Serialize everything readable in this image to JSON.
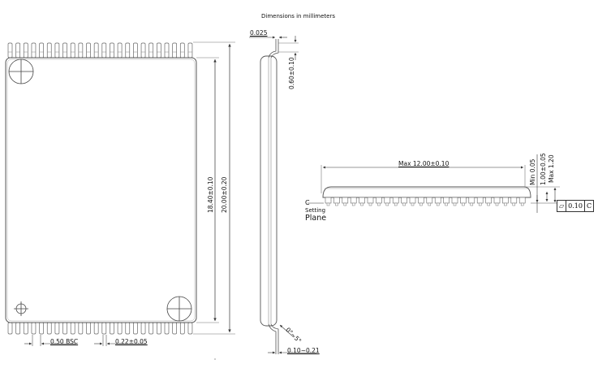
{
  "title": "Dimensions in millimeters",
  "colors": {
    "line": "#444444",
    "body_fill": "#ffffff",
    "text": "#111111"
  },
  "top_view": {
    "pins_per_side": 24,
    "pin_pitch_label": "0.50 BSC",
    "pin_width_label": "0.22±0.05",
    "body_length_label": "18.40±0.10",
    "overall_length_label": "20.00±0.20",
    "pin1_marker": "crosshair-circle"
  },
  "side_view_end": {
    "lead_thickness_label": "0.025",
    "lead_length_label": "0.60±0.10",
    "lead_angle_label": "0°~5°",
    "lead_span_label": "0.10~0.21"
  },
  "side_view_long": {
    "body_width_label": "Max 12.00±0.10",
    "standoff_label": "Min 0.05",
    "body_thickness_label": "1.00±0.05",
    "max_height_label": "Max 1.20",
    "datum_letter": "C",
    "datum_caption_1": "Setting",
    "datum_caption_2": "Plane",
    "flatness": {
      "symbol": "⏥",
      "value": "0.10",
      "datum": "C"
    },
    "pins_visible": 24
  }
}
